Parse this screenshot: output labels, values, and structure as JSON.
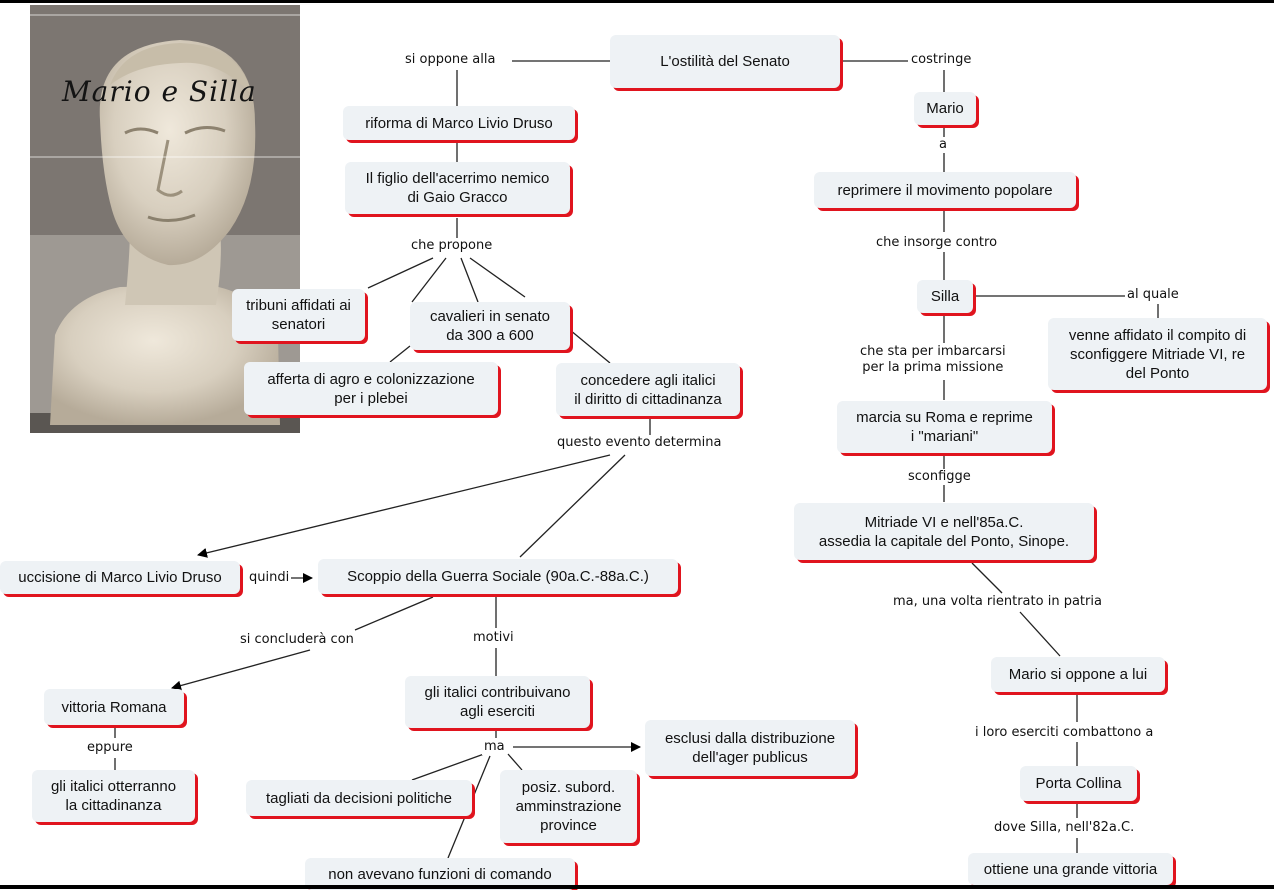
{
  "image": {
    "title": "Mario e Silla"
  },
  "nodes": {
    "ostilita_senato": "L'ostilità del Senato",
    "riforma_druso": "riforma di Marco Livio Druso",
    "figlio_nemico": "Il figlio dell'acerrimo nemico\ndi Gaio Gracco",
    "tribuni": "tribuni affidati ai\nsenatori",
    "cavalieri": "cavalieri in senato\nda 300 a 600",
    "afferta": "afferta di agro e colonizzazione\nper i plebei",
    "concedere": "concedere agli italici\nil diritto di cittadinanza",
    "uccisione": "uccisione di Marco Livio Druso",
    "scoppio": "Scoppio della Guerra Sociale (90a.C.-88a.C.)",
    "vittoria_romana": "vittoria Romana",
    "italici_otterranno": "gli italici otterranno\nla cittadinanza",
    "italici_contribuivano": "gli italici contribuivano\nagli eserciti",
    "esclusi": "esclusi dalla distribuzione\ndell'ager publicus",
    "tagliati": "tagliati da decisioni politiche",
    "posiz": "posiz. subord.\namminstrazione\nprovince",
    "non_avevano": "non avevano funzioni di comando",
    "mario": "Mario",
    "reprimere": "reprimere il movimento popolare",
    "silla": "Silla",
    "venne_affidato": "venne affidato il compito di\nsconfiggere Mitriade VI, re\ndel Ponto",
    "marcia_roma": "marcia su Roma e reprime\ni \"mariani\"",
    "mitriade": "Mitriade VI e nell'85a.C.\nassedia la capitale del Ponto, Sinope.",
    "mario_oppone": "Mario si oppone a lui",
    "porta_collina": "Porta Collina",
    "ottiene_vittoria": "ottiene una grande vittoria"
  },
  "labels": {
    "si_oppone_alla": "si oppone alla",
    "costringe": "costringe",
    "a": "a",
    "che_propone": "che propone",
    "che_insorge": "che insorge contro",
    "al_quale": "al quale",
    "che_sta_per": "che sta per imbarcarsi\nper la prima missione",
    "questo_evento": "questo evento determina",
    "sconfigge": "sconfigge",
    "quindi": "quindi",
    "si_concludera": "si concluderà con",
    "motivi": "motivi",
    "ma_una_volta": "ma, una volta rientrato in patria",
    "eppure": "eppure",
    "ma": "ma",
    "loro_eserciti": "i loro eserciti combattono a",
    "dove_silla": "dove Silla, nell'82a.C."
  }
}
